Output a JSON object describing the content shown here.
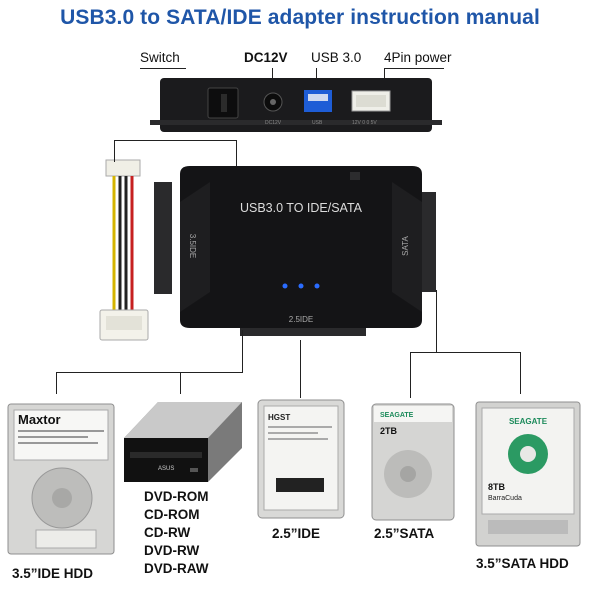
{
  "title": "USB3.0 to SATA/IDE adapter instruction manual",
  "ports": {
    "switch": "Switch",
    "dc12v": "DC12V",
    "usb": "USB 3.0",
    "power4pin": "4Pin power"
  },
  "port_small": {
    "dc": "DC12V",
    "usb": "USB",
    "power": "12V 0 0 5V"
  },
  "adapter": {
    "label": "USB3.0 TO IDE/SATA",
    "left_side": "3.5IDE",
    "right_side": "SATA",
    "bottom": "2.5IDE",
    "led_color": "#2a6cff"
  },
  "devices": {
    "ide35": {
      "brand": "Maxtor",
      "caption": "3.5”IDE HDD"
    },
    "dvd": {
      "brand": "ASUS",
      "options": [
        "DVD-ROM",
        "CD-ROM",
        "CD-RW",
        "DVD-RW",
        "DVD-RAW"
      ]
    },
    "ide25": {
      "brand": "HGST",
      "caption": "2.5”IDE"
    },
    "sata25": {
      "brand": "SEAGATE",
      "capacity": "2TB",
      "caption": "2.5”SATA"
    },
    "sata35": {
      "brand": "SEAGATE",
      "model": "BarraCuda",
      "capacity": "8TB",
      "caption": "3.5”SATA HDD"
    }
  }
}
